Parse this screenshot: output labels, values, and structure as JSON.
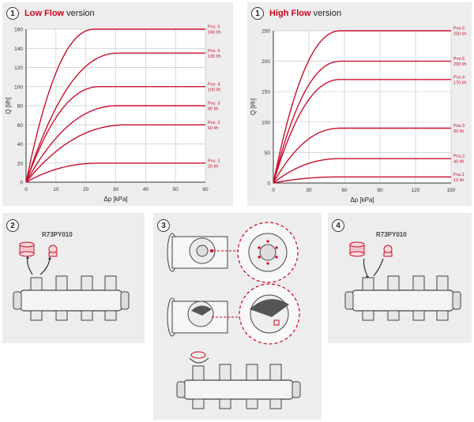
{
  "charts": [
    {
      "badge": "1",
      "title_red": "Low Flow",
      "title_rest": "version",
      "chart_data": {
        "type": "line",
        "xlabel": "Δp [kPa]",
        "ylabel": "Q [l/h]",
        "xlim": [
          0,
          60
        ],
        "ylim": [
          0,
          160
        ],
        "xticks": [
          0,
          10,
          20,
          30,
          40,
          50,
          60
        ],
        "yticks": [
          0,
          20,
          40,
          60,
          80,
          100,
          120,
          140,
          160
        ],
        "grid": true,
        "series": [
          {
            "name": "Pos. 6",
            "flow": "160 l/h",
            "sat": 160,
            "knee": 23,
            "ks": 23
          },
          {
            "name": "Pos. 5",
            "flow": "135 l/h",
            "sat": 135,
            "knee": 31,
            "ks": 26
          },
          {
            "name": "Pos. 4",
            "flow": "100 l/h",
            "sat": 100,
            "knee": 25,
            "ks": 18
          },
          {
            "name": "Pos. 3",
            "flow": "80 l/h",
            "sat": 80,
            "knee": 31,
            "ks": 23
          },
          {
            "name": "Pos. 2",
            "flow": "60 l/h",
            "sat": 60,
            "knee": 34,
            "ks": 25
          },
          {
            "name": "Pos. 1",
            "flow": "20 l/h",
            "sat": 20,
            "knee": 25,
            "ks": 20
          }
        ]
      }
    },
    {
      "badge": "1",
      "title_red": "High Flow",
      "title_rest": "version",
      "chart_data": {
        "type": "line",
        "xlabel": "Δp [kPa]",
        "ylabel": "Q [l/h]",
        "xlim": [
          0,
          150
        ],
        "ylim": [
          0,
          250
        ],
        "xticks": [
          0,
          30,
          60,
          90,
          120,
          150
        ],
        "yticks": [
          0,
          50,
          100,
          150,
          200,
          250
        ],
        "grid": true,
        "series": [
          {
            "name": "Pos.6",
            "flow": "250 l/h",
            "sat": 250,
            "knee": 57,
            "ks": 48
          },
          {
            "name": "Pos.5",
            "flow": "200 l/h",
            "sat": 200,
            "knee": 57,
            "ks": 48
          },
          {
            "name": "Pos.4",
            "flow": "170 l/h",
            "sat": 170,
            "knee": 57,
            "ks": 48
          },
          {
            "name": "Pos.3",
            "flow": "90 l/h",
            "sat": 90,
            "knee": 57,
            "ks": 48
          },
          {
            "name": "Pos.2",
            "flow": "40 l/h",
            "sat": 40,
            "knee": 57,
            "ks": 48
          },
          {
            "name": "Pos.1",
            "flow": "10 l/h",
            "sat": 10,
            "knee": 57,
            "ks": 48
          }
        ]
      }
    }
  ],
  "steps": [
    {
      "badge": "2",
      "code": "R73PY010"
    },
    {
      "badge": "3"
    },
    {
      "badge": "4",
      "code": "R73PY010"
    }
  ],
  "colors": {
    "curve": "#c8102e",
    "panel": "#ededed",
    "grid": "#c9c9c9",
    "dash": "#d0021b"
  }
}
